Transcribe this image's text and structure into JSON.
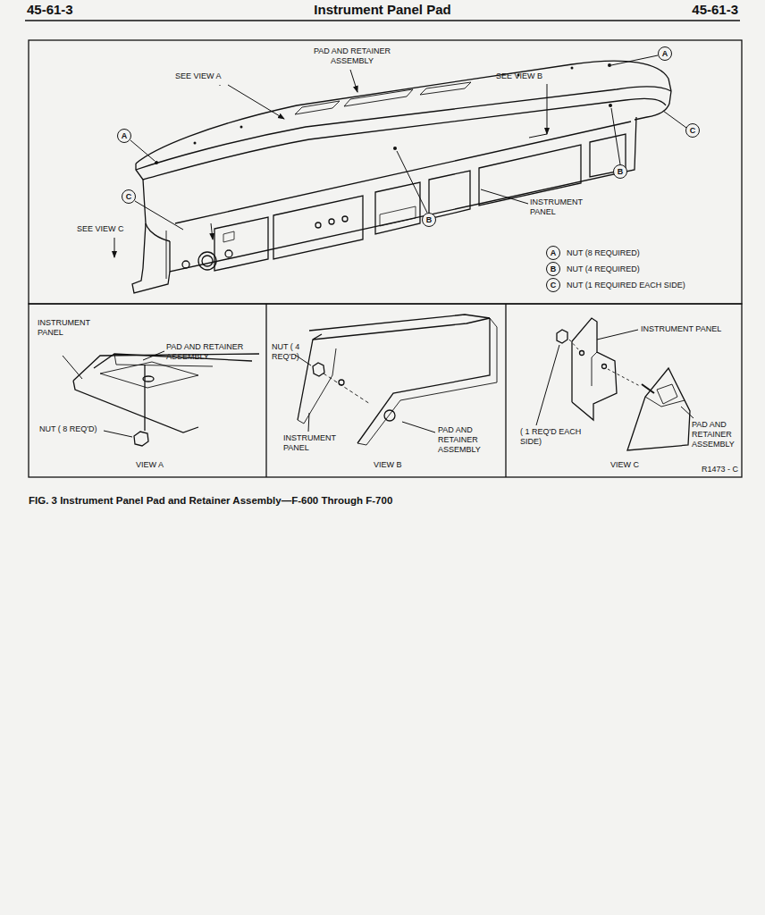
{
  "diagram": {
    "title": "Instrument Panel Pad",
    "caption": "FIG. 3 Instrument Panel Pad and Retainer Assembly—F-600 Through F-700",
    "nodes": [
      {
        "text": [
          "A"
        ]
      },
      {
        "text": [
          "C"
        ]
      },
      {
        "text": [
          "A"
        ]
      },
      {
        "text": [
          "B"
        ]
      },
      {
        "text": [
          "C"
        ]
      },
      {
        "text": [
          "B"
        ]
      },
      {
        "text": [
          "A"
        ]
      },
      {
        "text": [
          "B"
        ]
      },
      {
        "text": [
          "C"
        ]
      }
    ],
    "labels": [
      "45-61-3",
      "45-61-3",
      "PAD AND RETAINER ASSEMBLY",
      "SEE VIEW A",
      "SEE VIEW B",
      "SEE VIEW C",
      "INSTRUMENT PANEL",
      "INSTRUMENT PANEL",
      "PAD AND RETAINER ASSEMBLY",
      "NUT ( 8 REQ'D)",
      "VIEW A",
      "NUT ( 4 REQ'D)",
      "INSTRUMENT PANEL",
      "PAD AND RETAINER ASSEMBLY",
      "VIEW B",
      "INSTRUMENT PANEL",
      "( 1 REQ'D EACH SIDE)",
      "PAD AND RETAINER ASSEMBLY",
      "VIEW C",
      "R1473 - C"
    ],
    "legend": [
      {
        "text": "NUT (8 REQUIRED)"
      },
      {
        "text": "NUT (4 REQUIRED)"
      },
      {
        "text": "NUT (1 REQUIRED EACH SIDE)"
      }
    ]
  }
}
